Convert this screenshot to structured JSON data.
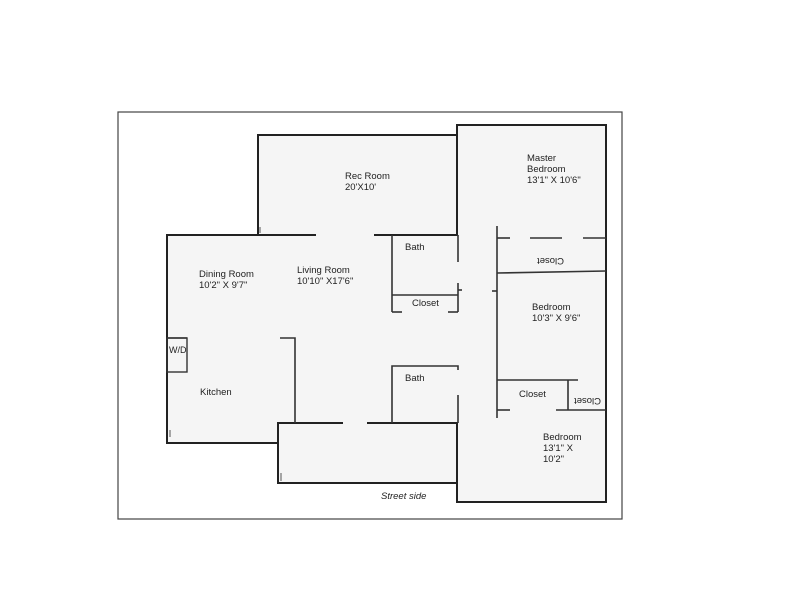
{
  "plan": {
    "street_label": "Street side",
    "rooms": {
      "rec_room": {
        "name": "Rec Room",
        "dims": "20'X10'"
      },
      "master_bedroom": {
        "name_line1": "Master",
        "name_line2": "Bedroom",
        "dims": "13'1\" X 10'6\""
      },
      "dining_room": {
        "name": "Dining Room",
        "dims": "10'2\" X 9'7\""
      },
      "living_room": {
        "name": "Living Room",
        "dims": "10'10\" X17'6\""
      },
      "bath_upper": {
        "name": "Bath"
      },
      "closet_hall": {
        "name": "Closet"
      },
      "closet_master": {
        "name": "Closet"
      },
      "bedroom_middle": {
        "name": "Bedroom",
        "dims": "10'3\" X 9'6\""
      },
      "wd": {
        "name": "W/D"
      },
      "kitchen": {
        "name": "Kitchen"
      },
      "bath_lower": {
        "name": "Bath"
      },
      "closet_lower": {
        "name": "Closet"
      },
      "closet_lower_small": {
        "name": "Closet"
      },
      "bedroom_lower": {
        "name": "Bedroom",
        "dims_line1": "13'1\" X",
        "dims_line2": "10'2\""
      }
    }
  }
}
